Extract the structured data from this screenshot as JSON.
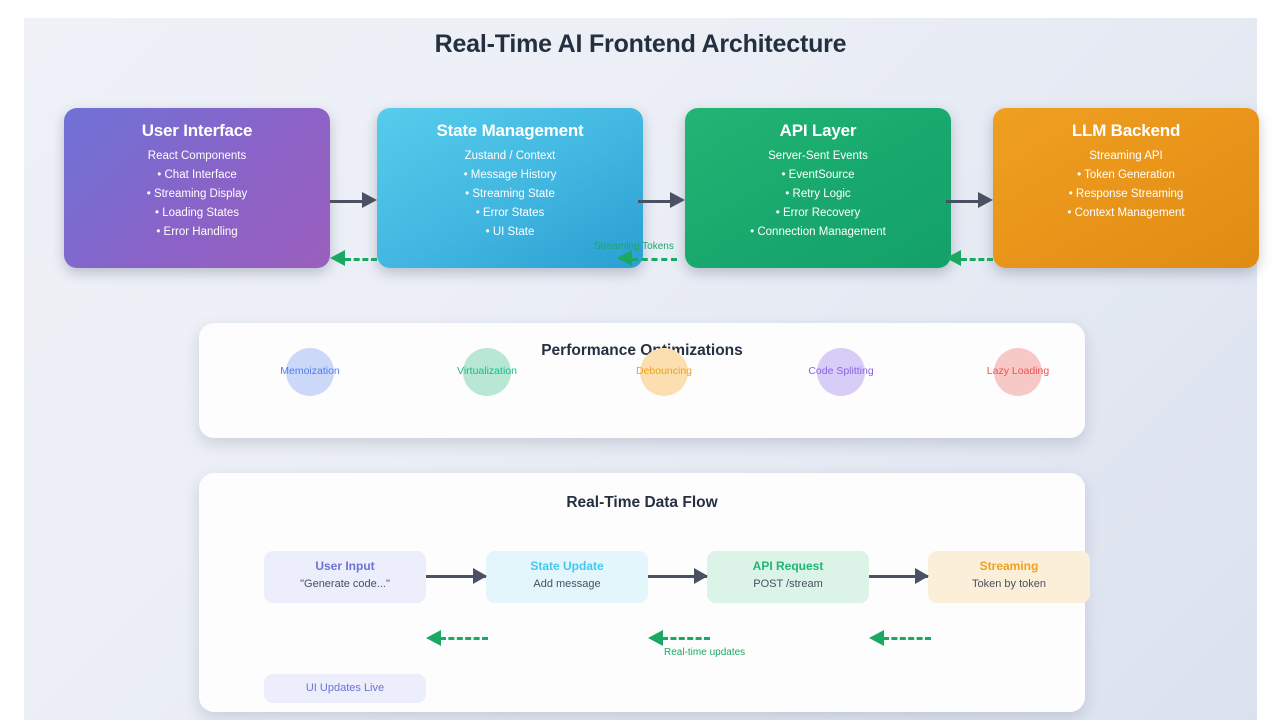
{
  "page": {
    "title": "Real-Time AI Frontend Architecture"
  },
  "architecture": {
    "cards": [
      {
        "title": "User Interface",
        "subtitle": "React Components",
        "items": [
          "• Chat Interface",
          "• Streaming Display",
          "• Loading States",
          "• Error Handling"
        ]
      },
      {
        "title": "State Management",
        "subtitle": "Zustand / Context",
        "items": [
          "• Message History",
          "• Streaming State",
          "• Error States",
          "• UI State"
        ]
      },
      {
        "title": "API Layer",
        "subtitle": "Server-Sent Events",
        "items": [
          "• EventSource",
          "• Retry Logic",
          "• Error Recovery",
          "• Connection Management"
        ]
      },
      {
        "title": "LLM Backend",
        "subtitle": "Streaming API",
        "items": [
          "• Token Generation",
          "• Response Streaming",
          "• Context Management"
        ]
      }
    ],
    "return_label": "Streaming Tokens"
  },
  "performance": {
    "title": "Performance Optimizations",
    "items": [
      {
        "label": "Memoization",
        "bubble": "#ccd8f7",
        "text": "#4a7ef0"
      },
      {
        "label": "Virtualization",
        "bubble": "#b8e8d4",
        "text": "#18b88a"
      },
      {
        "label": "Debouncing",
        "bubble": "#fbdfb0",
        "text": "#f0a11e"
      },
      {
        "label": "Code Splitting",
        "bubble": "#d8cdf7",
        "text": "#8a63e0"
      },
      {
        "label": "Lazy Loading",
        "bubble": "#f6c9c7",
        "text": "#ef5350"
      }
    ]
  },
  "dataflow": {
    "title": "Real-Time Data Flow",
    "steps": [
      {
        "title": "User Input",
        "detail": "\"Generate code...\"",
        "bg": "#eceefb",
        "text": "#6d73d6"
      },
      {
        "title": "State Update",
        "detail": "Add message",
        "bg": "#e3f6fc",
        "text": "#45c7ef"
      },
      {
        "title": "API Request",
        "detail": "POST /stream",
        "bg": "#dcf3e7",
        "text": "#1fb873"
      },
      {
        "title": "Streaming",
        "detail": "Token by token",
        "bg": "#fbefd9",
        "text": "#f0a11e"
      }
    ],
    "return_label": "Real-time updates",
    "live_pill": "UI Updates Live"
  }
}
